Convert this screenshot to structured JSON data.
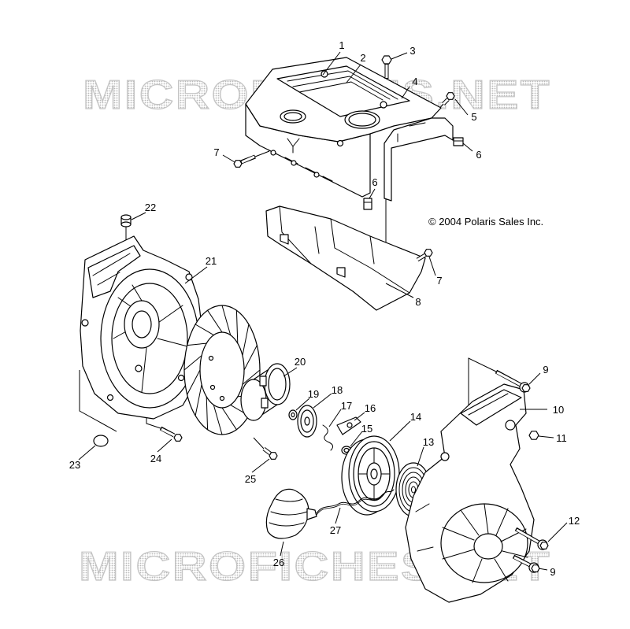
{
  "watermark": {
    "top": "MICROFICHES.NET",
    "bottom": "MICROFICHES.NET"
  },
  "copyright": "© 2004 Polaris Sales Inc.",
  "callouts": [
    "1",
    "2",
    "3",
    "4",
    "5",
    "6",
    "6",
    "7",
    "7",
    "8",
    "9",
    "9",
    "10",
    "11",
    "12",
    "13",
    "14",
    "15",
    "16",
    "17",
    "18",
    "19",
    "20",
    "21",
    "22",
    "23",
    "24",
    "25",
    "26",
    "27"
  ]
}
